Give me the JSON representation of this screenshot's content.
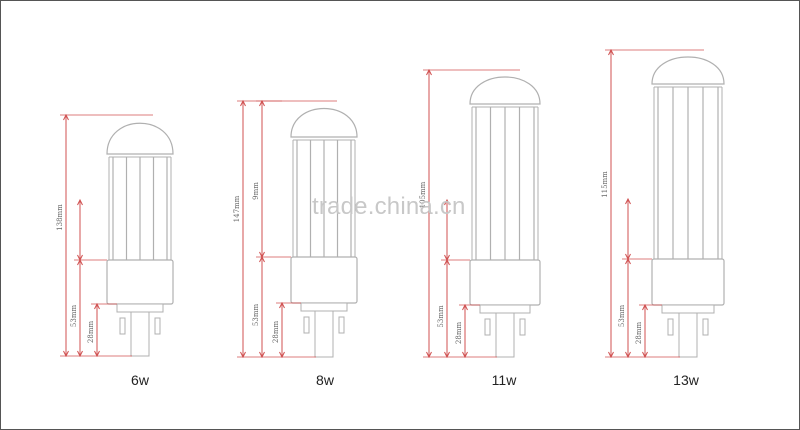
{
  "watermark": "trade.china.cn",
  "lamps": [
    {
      "id": "6w",
      "caption": "6w",
      "dims": {
        "total": "138mm",
        "head": "",
        "base": "53mm",
        "pins": "28mm"
      }
    },
    {
      "id": "8w",
      "caption": "8w",
      "dims": {
        "total": "147mm",
        "head": "9mm",
        "base": "53mm",
        "pins": "28mm"
      }
    },
    {
      "id": "11w",
      "caption": "11w",
      "dims": {
        "total": "105mm",
        "head": "",
        "base": "53mm",
        "pins": "28mm"
      }
    },
    {
      "id": "13w",
      "caption": "13w",
      "dims": {
        "total": "115mm",
        "head": "",
        "base": "53mm",
        "pins": "28mm"
      }
    }
  ],
  "colors": {
    "line": "#b0b0b0",
    "dimension": "#d05050",
    "text": "#222222",
    "watermark": "#c8c8c8"
  }
}
